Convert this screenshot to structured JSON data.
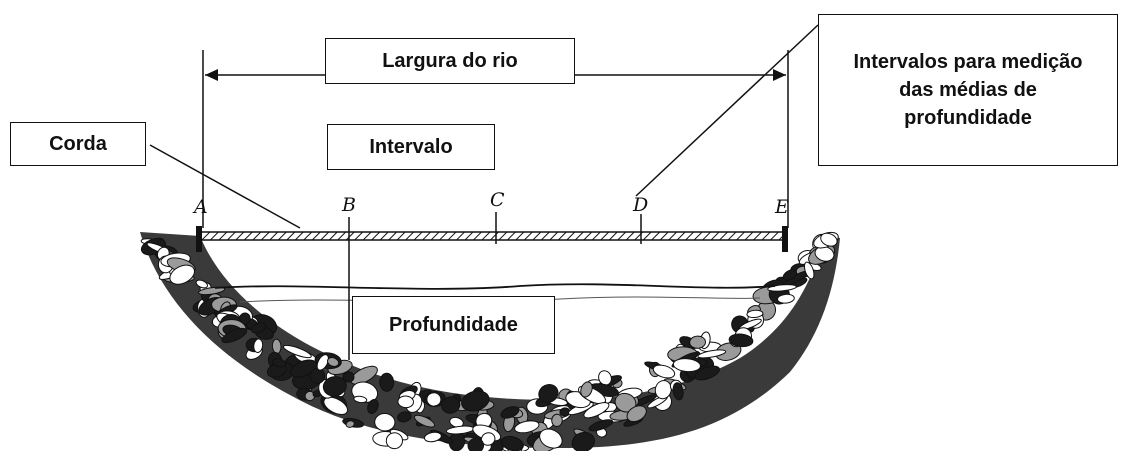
{
  "labels": {
    "width": "Largura do rio",
    "interval": "Intervalo",
    "rope": "Corda",
    "depth": "Profundidade",
    "intervals_line1": "Intervalos para medição",
    "intervals_line2": "das médias de",
    "intervals_line3": "profundidade"
  },
  "points": [
    "A",
    "B",
    "C",
    "D",
    "E"
  ],
  "colors": {
    "ink": "#111111",
    "background": "#ffffff"
  }
}
